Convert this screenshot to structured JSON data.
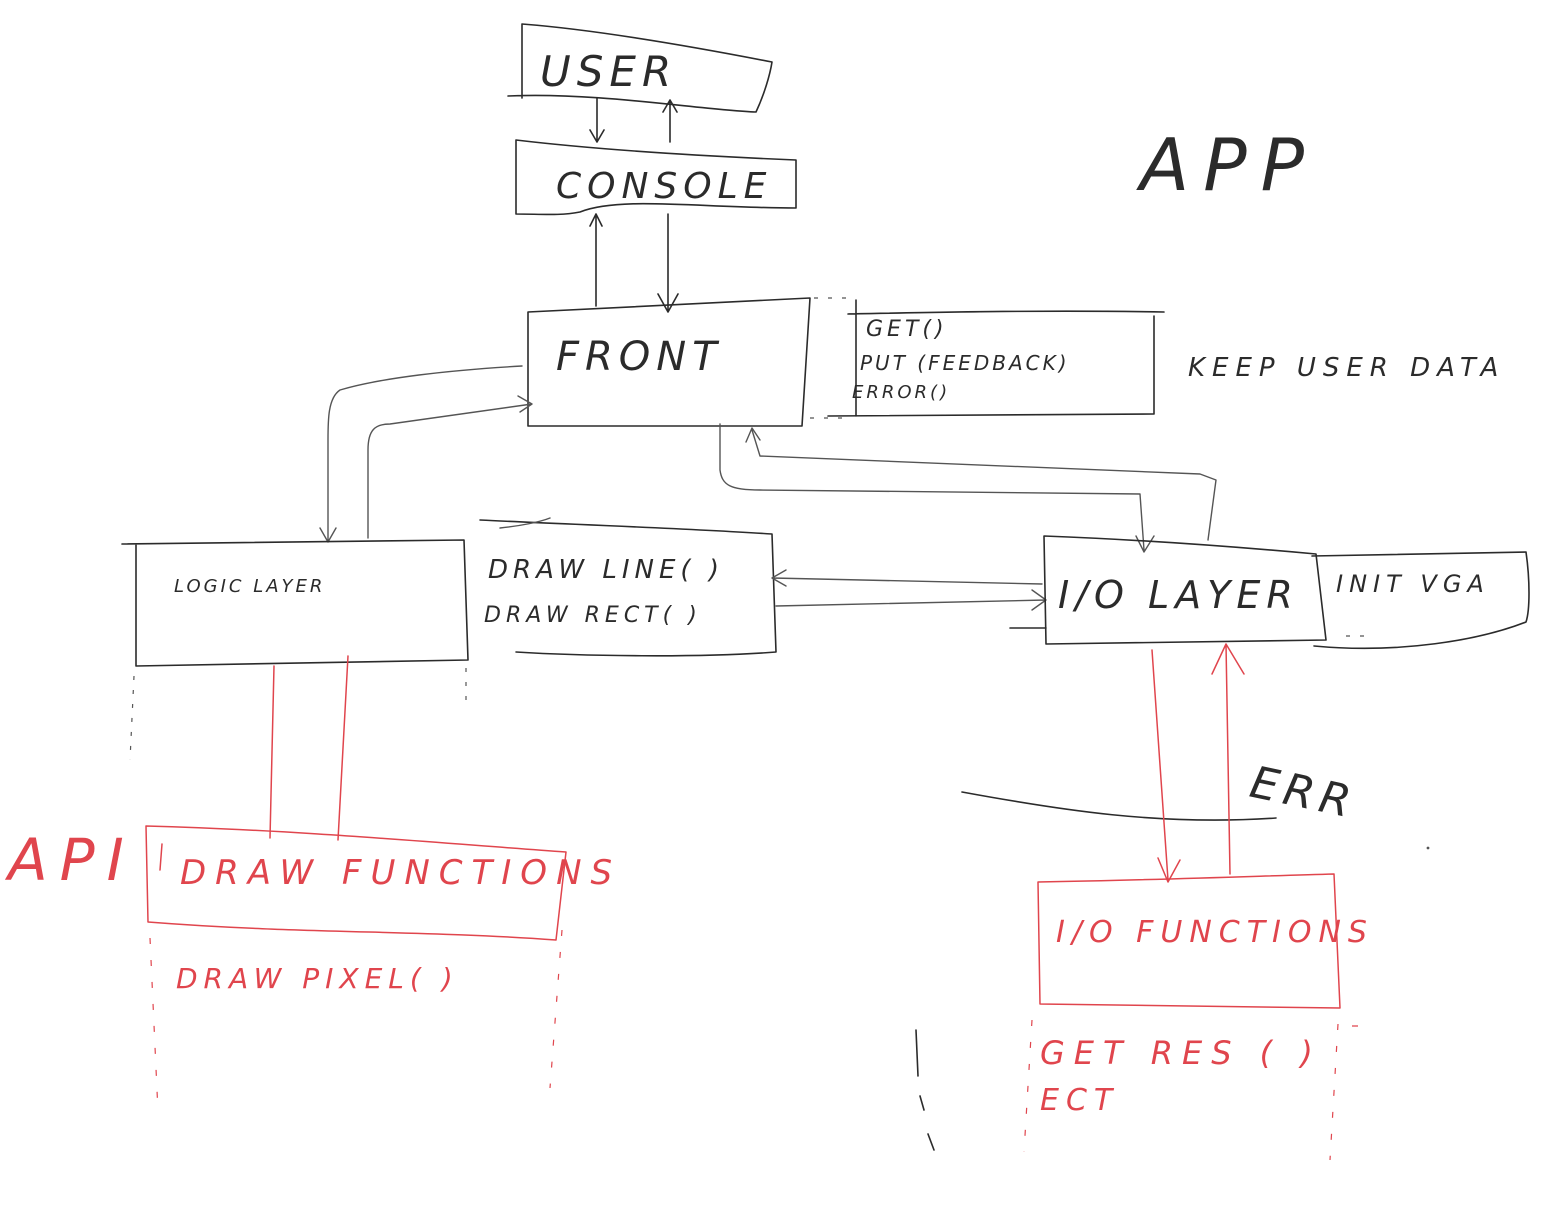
{
  "diagram": {
    "colors": {
      "ink": "#2b2b2b",
      "api_ink": "#e0454d"
    },
    "app_label": "APP",
    "api_label": "API",
    "nodes": {
      "user": "USER",
      "console": "CONSOLE",
      "front": "FRONT",
      "logic_layer": "LOGIC LAYER",
      "io_layer": "I/O LAYER",
      "draw_functions": "DRAW FUNCTIONS",
      "io_functions": "I/O FUNCTIONS"
    },
    "front_methods": [
      "GET()",
      "PUT (FEEDBACK)",
      "ERROR()"
    ],
    "front_note": "KEEP USER DATA",
    "logic_methods": [
      "DRAW LINE(   )",
      "DRAW RECT(    )"
    ],
    "io_methods": [
      "INIT VGA"
    ],
    "draw_api_methods": [
      "DRAW PIXEL(  )"
    ],
    "io_api_methods": [
      "GET RES ( )",
      "ECT"
    ],
    "err_label": "ERR"
  }
}
